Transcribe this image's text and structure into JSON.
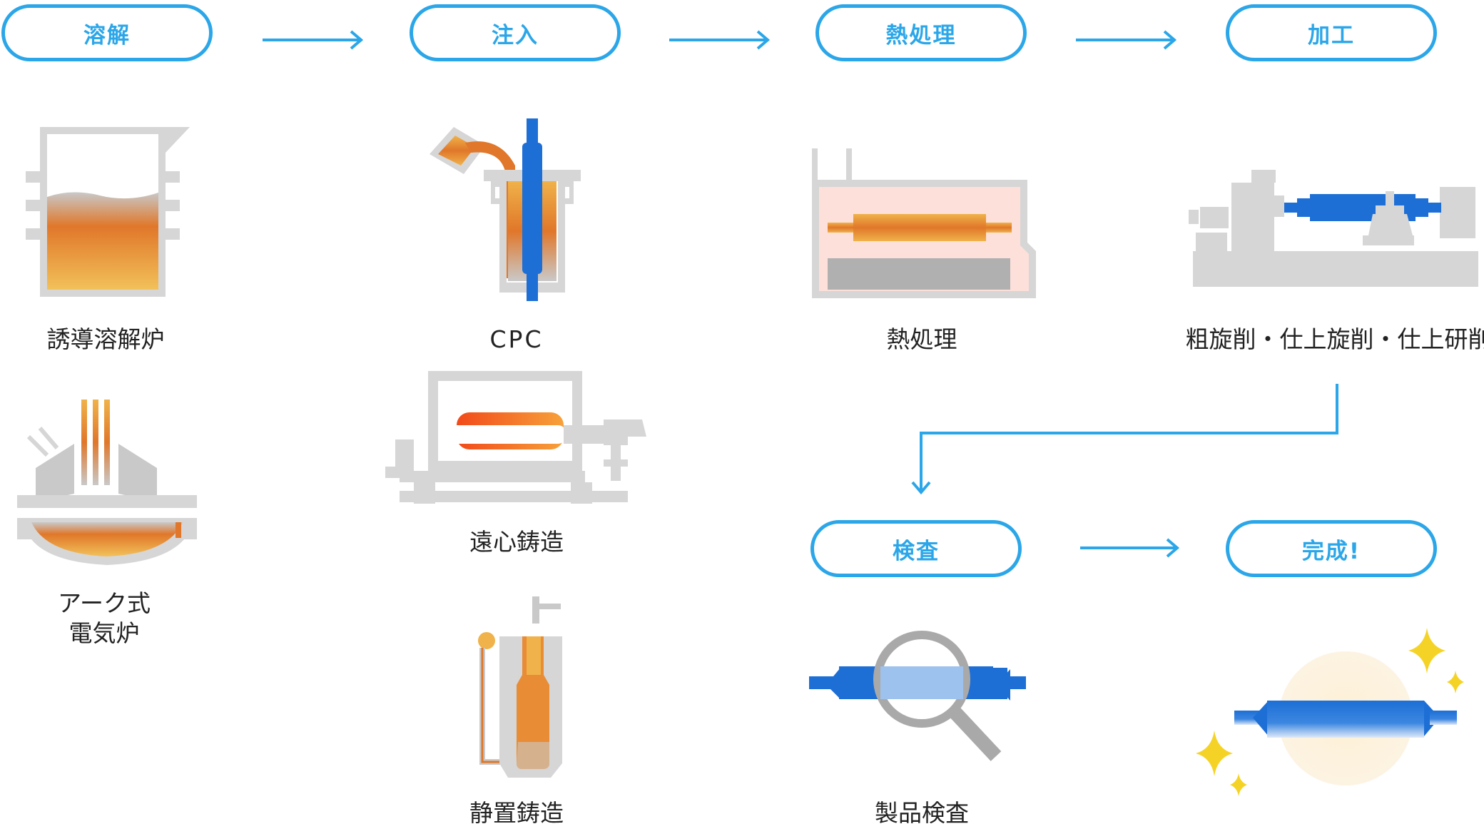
{
  "steps": {
    "melting": "溶解",
    "pouring": "注入",
    "heat_treatment": "熱処理",
    "machining": "加工",
    "inspection": "検査",
    "complete": "完成!"
  },
  "captions": {
    "induction_furnace": "誘導溶解炉",
    "arc_furnace_line1": "アーク式",
    "arc_furnace_line2": "電気炉",
    "cpc": "CPC",
    "centrifugal": "遠心鋳造",
    "static": "静置鋳造",
    "heat_treatment": "熱処理",
    "machining": "粗旋削・仕上旋削・仕上研削",
    "product_inspection": "製品検査"
  },
  "colors": {
    "accent_blue": "#2ba6e8",
    "roll_blue": "#1d6fd6",
    "molten_orange": "#e0772a",
    "molten_yellow": "#f2b74b",
    "equipment_gray": "#d6d6d6",
    "furnace_pink": "#fde0da",
    "sparkle_yellow": "#f5d326",
    "glow_cream": "#fdf3de"
  },
  "icons": [
    "induction-furnace-icon",
    "arc-furnace-icon",
    "cpc-casting-icon",
    "centrifugal-casting-icon",
    "static-casting-icon",
    "heat-treatment-furnace-icon",
    "lathe-machine-icon",
    "magnifier-inspection-icon",
    "finished-roll-icon",
    "sparkle-icon"
  ]
}
